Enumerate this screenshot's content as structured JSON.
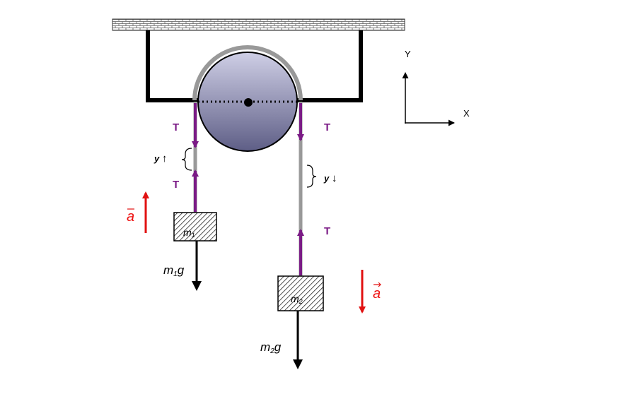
{
  "axes": {
    "y_label": "Y",
    "x_label": "X"
  },
  "tension": {
    "symbol": "T"
  },
  "acceleration": {
    "symbol": "a"
  },
  "mass1": {
    "base": "m",
    "sub": "1"
  },
  "mass2": {
    "base": "m",
    "sub": "2"
  },
  "weight1": {
    "m": "m",
    "sub": "1",
    "g": "g"
  },
  "weight2": {
    "m": "m",
    "sub": "2",
    "g": "g"
  },
  "displacement": {
    "symbol": "y",
    "up_arrow": "↑",
    "down_arrow": "↓"
  },
  "colors": {
    "tension_arrow": "#7a1a85",
    "acceleration_arrow": "#e11111",
    "weight_arrow": "#000000",
    "rope": "#999999",
    "pulley_top": "#cfcfe6",
    "pulley_bottom": "#5e5e86"
  }
}
